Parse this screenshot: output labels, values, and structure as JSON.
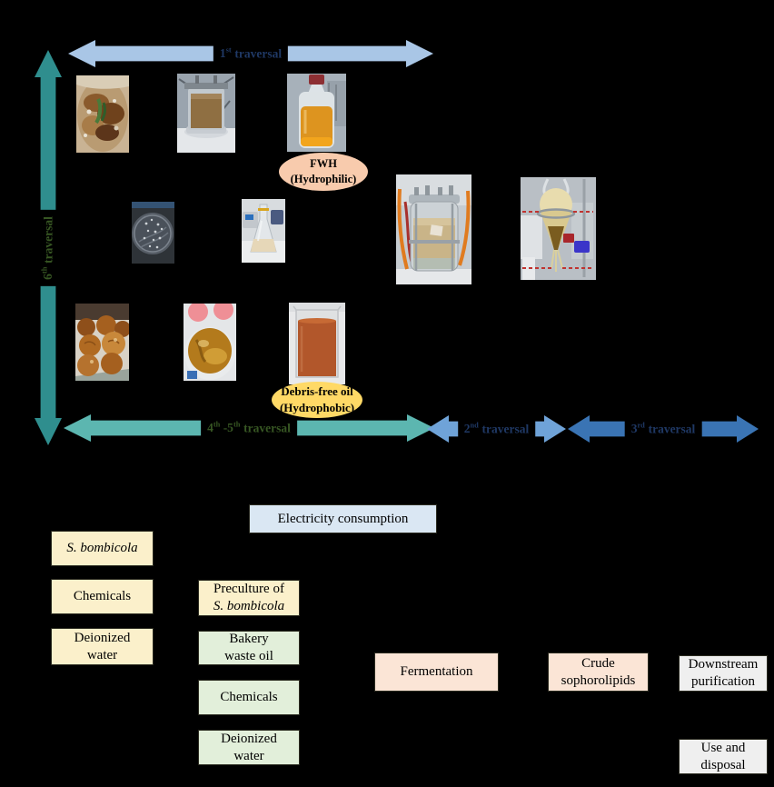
{
  "colors": {
    "background": "#000000",
    "arrow_blue_light": "#a9c6e6",
    "arrow_blue_medium": "#6fa3d8",
    "arrow_blue_dark": "#3a74b4",
    "arrow_teal_dark": "#2f8e8e",
    "arrow_teal_light": "#5cb6b0",
    "arrow_text_blue": "#1f3864",
    "arrow_text_green": "#375623",
    "callout_fwh_fill": "#f8cbad",
    "callout_debris_fill": "#ffd966",
    "box_yellow": "#fbf0cb",
    "box_green": "#e2efda",
    "box_blue": "#dae7f3",
    "box_peach": "#fbe5d6",
    "box_gray": "#efefef"
  },
  "arrows": {
    "t1": {
      "num": "1",
      "ord": "st",
      "word": "traversal"
    },
    "t2": {
      "num": "2",
      "ord": "nd",
      "word": "traversal"
    },
    "t3": {
      "num": "3",
      "ord": "rd",
      "word": "traversal"
    },
    "t45": {
      "num_a": "4",
      "ord_a": "th",
      "num_b": " -5",
      "ord_b": "th",
      "word": "traversal"
    },
    "t6": {
      "num": "6",
      "ord": "th",
      "word": "traversal"
    }
  },
  "callouts": {
    "fwh": {
      "line1": "FWH",
      "line2": "(Hydrophilic)"
    },
    "debris_free_oil": {
      "line1": "Debris-free oil",
      "line2": "(Hydrophobic)"
    }
  },
  "flow": {
    "electricity": "Electricity consumption",
    "s_bombicola": "S. bombicola",
    "chemicals_yellow": "Chemicals",
    "deionized_yellow": "Deionized water",
    "preculture_line1": "Preculture of",
    "preculture_line2": "S. bombicola",
    "bakery_waste_oil": "Bakery waste oil",
    "chemicals_green": "Chemicals",
    "deionized_green": "Deionized water",
    "fermentation": "Fermentation",
    "crude_sophorolipids": "Crude sophorolipids",
    "downstream_purification": "Downstream purification",
    "use_disposal": "Use and disposal"
  },
  "photos": [
    "food-waste-photo",
    "hydrolysis-reactor-photo",
    "fwh-bottle-photo",
    "agar-plate-photo",
    "preculture-flask-photo",
    "fermenter-photo",
    "separatory-funnel-photo",
    "bakery-waste-photo",
    "waste-oil-photo",
    "debris-free-oil-beaker-photo"
  ]
}
